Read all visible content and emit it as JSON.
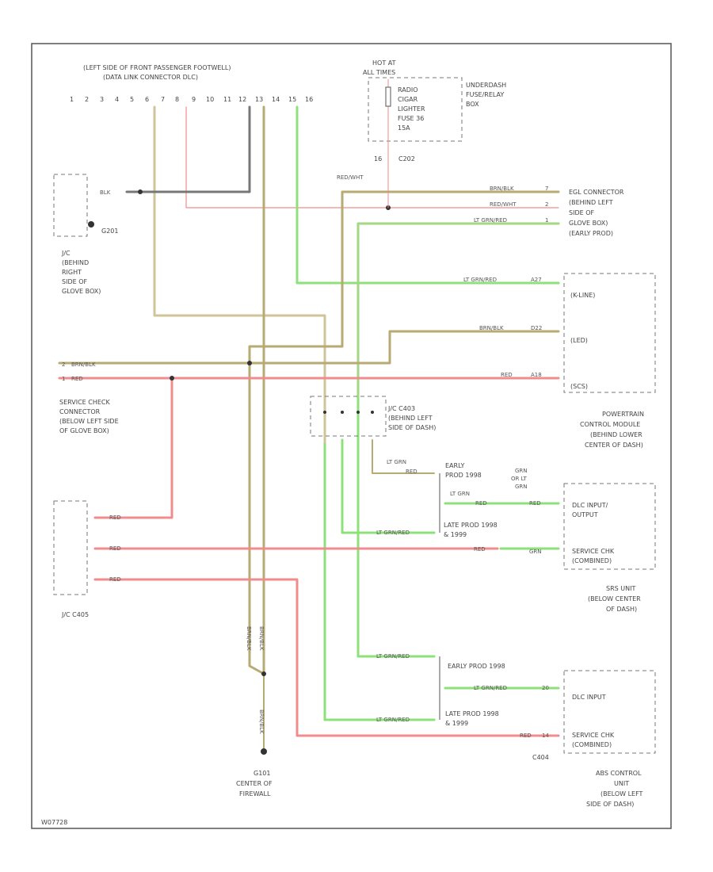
{
  "header": {
    "connector_title_1": "(LEFT SIDE OF FRONT PASSENGER FOOTWELL)",
    "connector_title_2": "(DATA LINK CONNECTOR DLC)",
    "pin_numbers": [
      "1",
      "2",
      "3",
      "4",
      "5",
      "6",
      "7",
      "8",
      "9",
      "10",
      "11",
      "12",
      "13",
      "14",
      "15",
      "16"
    ]
  },
  "fusebox": {
    "hot": "HOT AT",
    "all_times": "ALL TIMES",
    "fuse_lines": [
      "RADIO",
      "CIGAR",
      "LIGHTER",
      "FUSE 36",
      "15A"
    ],
    "box_label": [
      "UNDERDASH",
      "FUSE/RELAY",
      "BOX"
    ],
    "conn": "C202",
    "pin": "16",
    "wire": "RED/WHT"
  },
  "jc_right": {
    "wire": "BLK",
    "ground": "G201",
    "label": [
      "J/C",
      "(BEHIND",
      "RIGHT",
      "SIDE OF",
      "GLOVE BOX)"
    ]
  },
  "egl_conn": {
    "label": [
      "EGL CONNECTOR",
      "(BEHIND LEFT",
      "SIDE OF",
      "GLOVE BOX)",
      "(EARLY PROD)"
    ],
    "rows": [
      {
        "wire": "BRN/BLK",
        "pin": "7"
      },
      {
        "wire": "RED/WHT",
        "pin": "2"
      },
      {
        "wire": "LT GRN/RED",
        "pin": "1"
      }
    ]
  },
  "pcm": {
    "label": [
      "POWERTRAIN",
      "CONTROL MODULE",
      "(BEHIND LOWER",
      "CENTER OF DASH)"
    ],
    "rows": [
      {
        "wire": "LT GRN/RED",
        "pin": "A27",
        "name": "(K-LINE)"
      },
      {
        "wire": "BRN/BLK",
        "pin": "D22",
        "name": "(LED)"
      },
      {
        "wire": "RED",
        "pin": "A18",
        "name": "(SCS)"
      }
    ]
  },
  "scs": {
    "wire_top": "BRN/BLK",
    "wire_bottom": "RED",
    "pin_top": "2",
    "pin_bottom": "1",
    "label": [
      "SERVICE CHECK",
      "CONNECTOR",
      "(BELOW LEFT SIDE",
      "OF GLOVE BOX)"
    ]
  },
  "jc_c403": {
    "label": [
      "J/C C403",
      "(BEHIND LEFT",
      "SIDE OF DASH)"
    ]
  },
  "srs": {
    "early": [
      "EARLY",
      "PROD 1998"
    ],
    "early_wires": [
      "LT GRN",
      "RED"
    ],
    "late": [
      "LATE PROD 1998",
      "& 1999"
    ],
    "late_wire": "LT GRN/RED",
    "mid_wire_1": "LT GRN",
    "mid_wire_2": "RED",
    "or_wire": [
      "GRN",
      "OR LT",
      "GRN"
    ],
    "or_red": "RED",
    "out_wire": "GRN",
    "red_pin": "RED",
    "dlc_io": [
      "DLC INPUT/",
      "OUTPUT"
    ],
    "service": [
      "SERVICE CHK",
      "(COMBINED)"
    ],
    "unit_label": [
      "SRS UNIT",
      "(BELOW CENTER",
      "OF DASH)"
    ]
  },
  "jc_c405": {
    "wires": [
      "RED",
      "RED",
      "RED"
    ],
    "label": "J/C C405"
  },
  "abs": {
    "top_wire": "LT GRN/RED",
    "early": "EARLY PROD 1998",
    "early_wire": "LT GRN/RED",
    "early_pin": "20",
    "late": [
      "LATE PROD 1998",
      "& 1999"
    ],
    "late_wire": "LT GRN/RED",
    "red_wire": "RED",
    "red_pin": "14",
    "dlc": "DLC INPUT",
    "service": [
      "SERVICE CHK",
      "(COMBINED)"
    ],
    "conn": "C404",
    "label": [
      "ABS CONTROL",
      "UNIT",
      "(BELOW LEFT",
      "SIDE OF DASH)"
    ]
  },
  "ground_g101": {
    "wire_a": "BRN/BLK",
    "wire_b": "BRN/BLK",
    "bottom_wire": "BRN/BLK",
    "label": [
      "G101",
      "CENTER OF",
      "FIREWALL"
    ]
  },
  "footer": "W07728"
}
